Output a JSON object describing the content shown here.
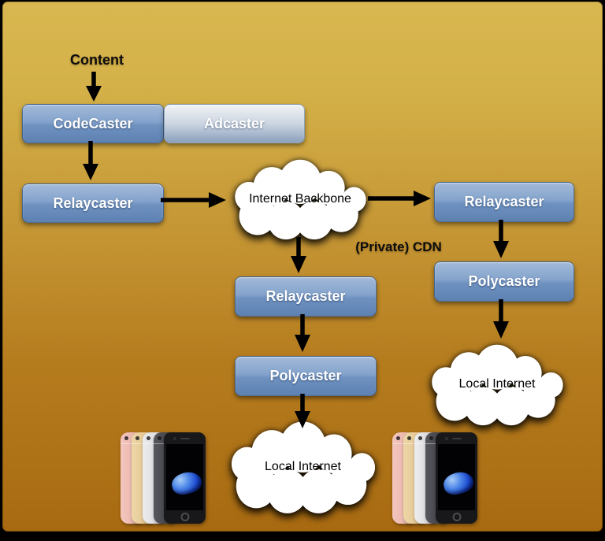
{
  "labels": {
    "content": "Content",
    "private_cdn": "(Private) CDN"
  },
  "nodes": {
    "codecaster": {
      "label": "CodeCaster"
    },
    "adcaster": {
      "label": "Adcaster"
    },
    "relaycaster_left": {
      "label": "Relaycaster"
    },
    "relaycaster_middle": {
      "label": "Relaycaster"
    },
    "relaycaster_right": {
      "label": "Relaycaster"
    },
    "polycaster_middle": {
      "label": "Polycaster"
    },
    "polycaster_right": {
      "label": "Polycaster"
    }
  },
  "clouds": {
    "internet_backbone": {
      "label": "Internet Backbone"
    },
    "local_internet_middle": {
      "label": "Local Internet"
    },
    "local_internet_right": {
      "label": "Local Internet"
    }
  },
  "devices": {
    "iphone_lineup_middle": "iphone-7-color-lineup",
    "iphone_lineup_right": "iphone-7-color-lineup"
  },
  "colors": {
    "frame": "#000000",
    "background_top": "#d9b750",
    "background_bottom": "#a86a11",
    "node_blue_top": "#a3bad9",
    "node_blue_bottom": "#5d81b1",
    "node_light_top": "#f1f3f5",
    "node_light_bottom": "#8aa0bd",
    "cloud_fill": "#ffffff",
    "arrow": "#000000",
    "node_text": "#ffffff",
    "label_text": "#0d0d0d"
  }
}
